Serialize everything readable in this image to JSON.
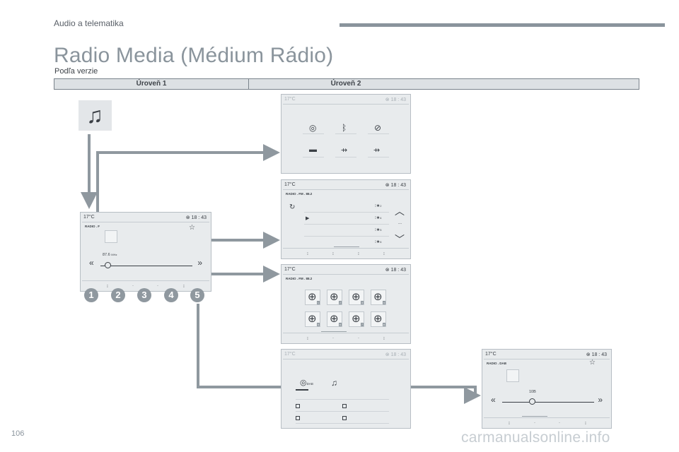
{
  "header": {
    "section": "Audio a telematika",
    "bar_color": "#8a949c"
  },
  "page": {
    "title": "Radio Media (Médium Rádio)",
    "subtitle": "Podľa verzie",
    "number": "106",
    "watermark": "carmanualsonline.info"
  },
  "levels": [
    "Úroveň 1",
    "Úroveň 2"
  ],
  "music_tile": {
    "icon": "music-note-icon",
    "glyph": "♫"
  },
  "level1_screen": {
    "temp": "17°C",
    "time": "18 : 43",
    "label": "RADIO . F",
    "frequency": "87.6",
    "freq_unit": "MHz",
    "callouts": [
      "1",
      "2",
      "3",
      "4",
      "5"
    ]
  },
  "screens": {
    "sources": {
      "temp": "17°C",
      "time": "18 : 43",
      "icons": [
        "radio-icon",
        "bluetooth-icon",
        "no-source-icon",
        "usb-stick-icon",
        "usb-icon",
        "usb-icon"
      ]
    },
    "station_list": {
      "temp": "17°C",
      "time": "18 : 43",
      "label": "RADIO . FM . 88.2",
      "presets": [
        "2",
        "4",
        "5",
        "6"
      ],
      "dots": "..."
    },
    "presets": {
      "temp": "17°C",
      "time": "18 : 43",
      "label": "RADIO . FM . 88.2",
      "preset_numbers": [
        "1",
        "2",
        "3",
        "4",
        "5",
        "6",
        "7",
        "8"
      ]
    },
    "band_select": {
      "temp": "17°C",
      "time": "18 : 43",
      "band_icon_text": "DAB"
    },
    "dab": {
      "temp": "17°C",
      "time": "18 : 43",
      "label": "RADIO . DAB",
      "channel": "10B"
    }
  },
  "colors": {
    "connector": "#8f989f",
    "screen_bg": "#e8ebed",
    "callout": "#8f989f"
  }
}
